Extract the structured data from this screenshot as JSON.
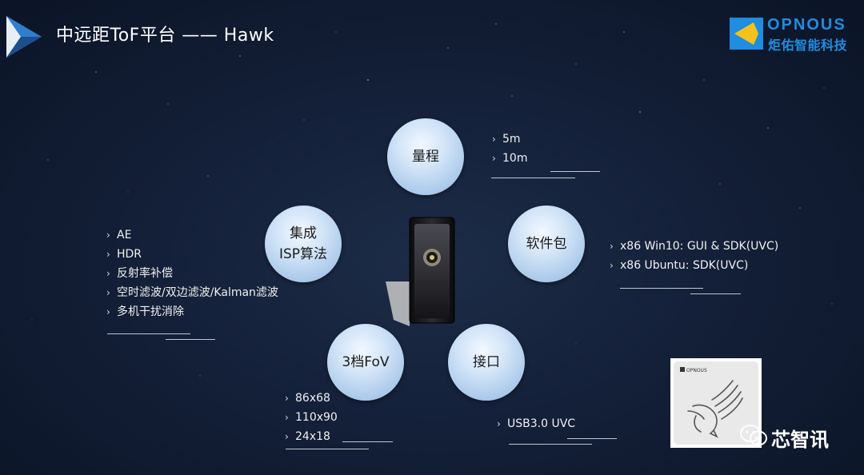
{
  "header": {
    "title": "中远距ToF平台 —— Hawk"
  },
  "brand": {
    "name": "OPNOUS",
    "subtitle": "炬佑智能科技"
  },
  "nodes": {
    "range": {
      "label": "量程",
      "items": [
        "5m",
        "10m"
      ]
    },
    "software": {
      "label": "软件包",
      "items": [
        "x86 Win10: GUI & SDK(UVC)",
        "x86 Ubuntu: SDK(UVC)"
      ]
    },
    "interface": {
      "label": "接口",
      "items": [
        "USB3.0 UVC"
      ]
    },
    "fov": {
      "label": "3档FoV",
      "items": [
        "86x68",
        "110x90",
        "24x18"
      ]
    },
    "isp": {
      "label_line1": "集成",
      "label_line2": "ISP算法",
      "items": [
        "AE",
        "HDR",
        "反射率补偿",
        "空时滤波/双边滤波/Kalman滤波",
        "多机干扰消除"
      ]
    }
  },
  "card": {
    "logo_text": "OPNOUS"
  },
  "footer": {
    "wechat_text": "芯智讯"
  },
  "colors": {
    "background": "#142039",
    "node": "#c7ddf4",
    "brand": "#1f8de0",
    "logo_triangle_dark": "#1f4e8c",
    "logo_triangle_light": "#2f7fd0"
  }
}
